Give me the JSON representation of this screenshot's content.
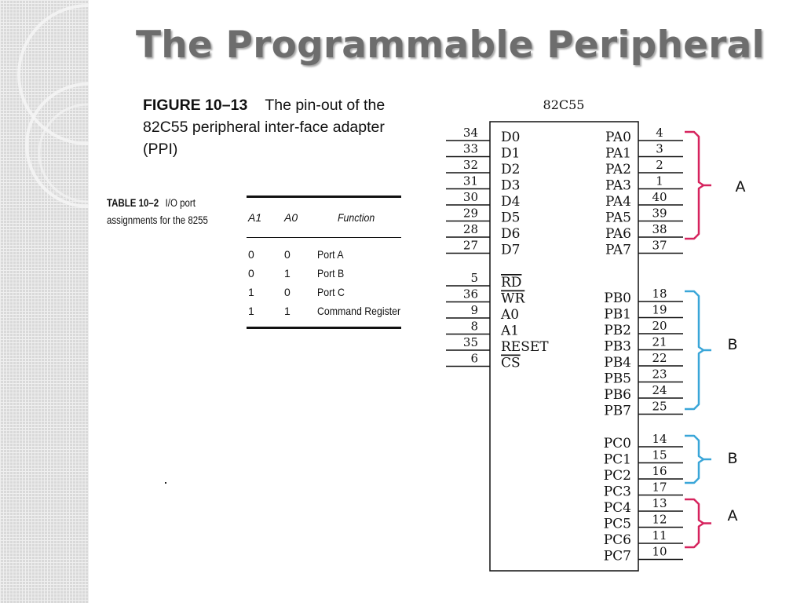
{
  "slide": {
    "title": "The Programmable Peripheral"
  },
  "figure": {
    "label": "FIGURE 10–13",
    "caption": "The pin-out of the 82C55 peripheral inter-face adapter (PPI)"
  },
  "table": {
    "label": "TABLE 10–2",
    "caption": "I/O port assignments for the 8255",
    "headers": [
      "A1",
      "A0",
      "Function"
    ],
    "rows": [
      [
        "0",
        "0",
        "Port A"
      ],
      [
        "0",
        "1",
        "Port B"
      ],
      [
        "1",
        "0",
        "Port C"
      ],
      [
        "1",
        "1",
        "Command Register"
      ]
    ]
  },
  "chip": {
    "name": "82C55",
    "left_pins": [
      {
        "num": "34",
        "name": "D0"
      },
      {
        "num": "33",
        "name": "D1"
      },
      {
        "num": "32",
        "name": "D2"
      },
      {
        "num": "31",
        "name": "D3"
      },
      {
        "num": "30",
        "name": "D4"
      },
      {
        "num": "29",
        "name": "D5"
      },
      {
        "num": "28",
        "name": "D6"
      },
      {
        "num": "27",
        "name": "D7"
      },
      {
        "num": "5",
        "name": "RD",
        "overline": true
      },
      {
        "num": "36",
        "name": "WR",
        "overline": true
      },
      {
        "num": "9",
        "name": "A0"
      },
      {
        "num": "8",
        "name": "A1"
      },
      {
        "num": "35",
        "name": "RESET"
      },
      {
        "num": "6",
        "name": "CS",
        "overline": true
      }
    ],
    "right_pins": [
      {
        "num": "4",
        "name": "PA0"
      },
      {
        "num": "3",
        "name": "PA1"
      },
      {
        "num": "2",
        "name": "PA2"
      },
      {
        "num": "1",
        "name": "PA3"
      },
      {
        "num": "40",
        "name": "PA4"
      },
      {
        "num": "39",
        "name": "PA5"
      },
      {
        "num": "38",
        "name": "PA6"
      },
      {
        "num": "37",
        "name": "PA7"
      },
      {
        "num": "18",
        "name": "PB0"
      },
      {
        "num": "19",
        "name": "PB1"
      },
      {
        "num": "20",
        "name": "PB2"
      },
      {
        "num": "21",
        "name": "PB3"
      },
      {
        "num": "22",
        "name": "PB4"
      },
      {
        "num": "23",
        "name": "PB5"
      },
      {
        "num": "24",
        "name": "PB6"
      },
      {
        "num": "25",
        "name": "PB7"
      },
      {
        "num": "14",
        "name": "PC0"
      },
      {
        "num": "15",
        "name": "PC1"
      },
      {
        "num": "16",
        "name": "PC2"
      },
      {
        "num": "17",
        "name": "PC3"
      },
      {
        "num": "13",
        "name": "PC4"
      },
      {
        "num": "12",
        "name": "PC5"
      },
      {
        "num": "11",
        "name": "PC6"
      },
      {
        "num": "10",
        "name": "PC7"
      }
    ]
  },
  "groups": [
    {
      "label": "A",
      "color": "#d6245e"
    },
    {
      "label": "B",
      "color": "#3aa6d8"
    },
    {
      "label": "B",
      "color": "#3aa6d8"
    },
    {
      "label": "A",
      "color": "#d6245e"
    }
  ],
  "colors": {
    "title": "#6d6d6d",
    "strip": "#d9d9d9",
    "port_a_bracket": "#d6245e",
    "port_b_bracket": "#3aa6d8"
  }
}
